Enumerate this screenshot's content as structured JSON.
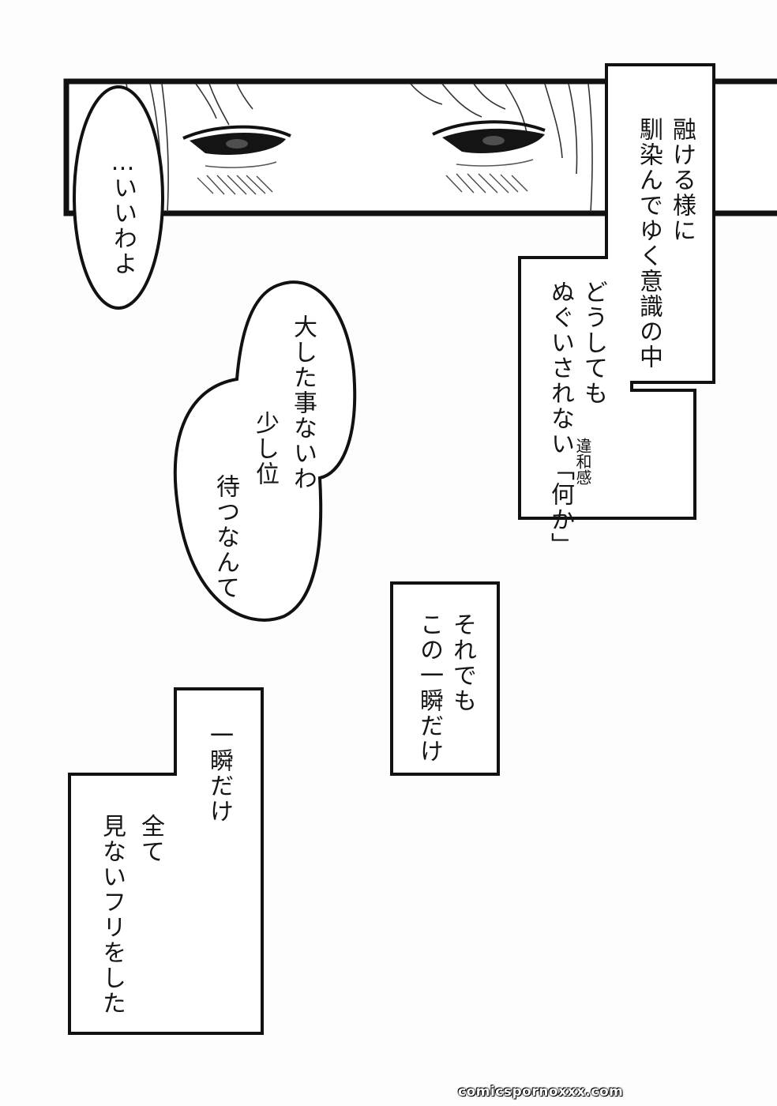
{
  "page": {
    "background": "#fdfdfd",
    "ink": "#151515"
  },
  "bubbles": {
    "top_left": [
      "…",
      "いいわよ"
    ],
    "middle": [
      "大した事ないわ",
      "少し位",
      "待つなんて"
    ]
  },
  "boxes": {
    "top_right": {
      "lines": [
        "融ける様に",
        "馴染んでゆく意識の中",
        "どうしても",
        "ぬぐいされない「何か」"
      ],
      "ruby": "違和感"
    },
    "middle_right": [
      "それでも",
      "この一瞬だけ"
    ],
    "bottom_left": [
      "一瞬だけ",
      "全て",
      "見ないフリをした"
    ]
  },
  "watermark": "comicspornoxxx.com"
}
